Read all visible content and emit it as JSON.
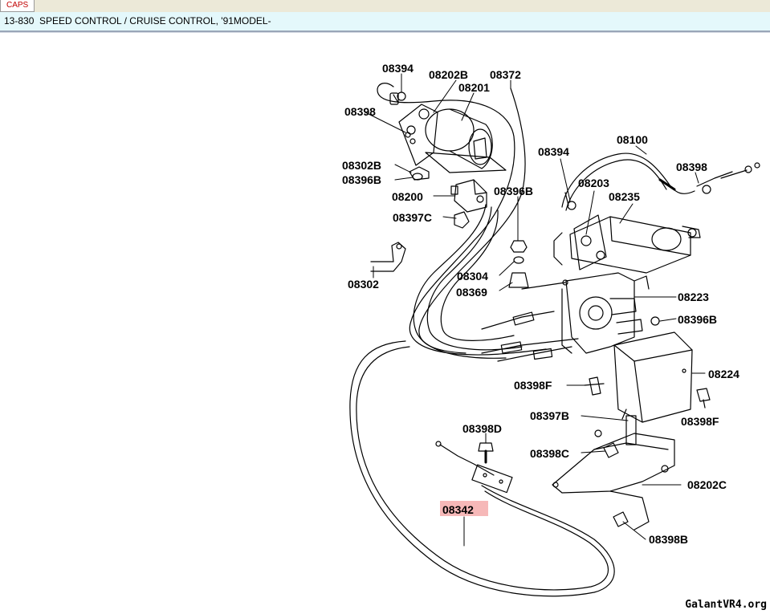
{
  "tab": {
    "label": "CAPS"
  },
  "header": {
    "title": "13-830  SPEED CONTROL / CRUISE CONTROL, '91MODEL-"
  },
  "colors": {
    "highlight": "#f6b8b8",
    "ink": "#000000",
    "title_bg": "#e4f8fb"
  },
  "parts": {
    "p08394a": "08394",
    "p08202B": "08202B",
    "p08372": "08372",
    "p08201": "08201",
    "p08398a": "08398",
    "p08302B": "08302B",
    "p08396Ba": "08396B",
    "p08200": "08200",
    "p08397C": "08397C",
    "p08302": "08302",
    "p08394b": "08394",
    "p08100": "08100",
    "p08398b": "08398",
    "p08203": "08203",
    "p08235": "08235",
    "p08396Bb": "08396B",
    "p08304": "08304",
    "p08369": "08369",
    "p08223": "08223",
    "p08396Bc": "08396B",
    "p08224": "08224",
    "p08398Fa": "08398F",
    "p08398Fb": "08398F",
    "p08397B": "08397B",
    "p08398D": "08398D",
    "p08398C": "08398C",
    "p08202C": "08202C",
    "p08342": "08342",
    "p08398B": "08398B"
  },
  "watermark": "GalantVR4.org"
}
